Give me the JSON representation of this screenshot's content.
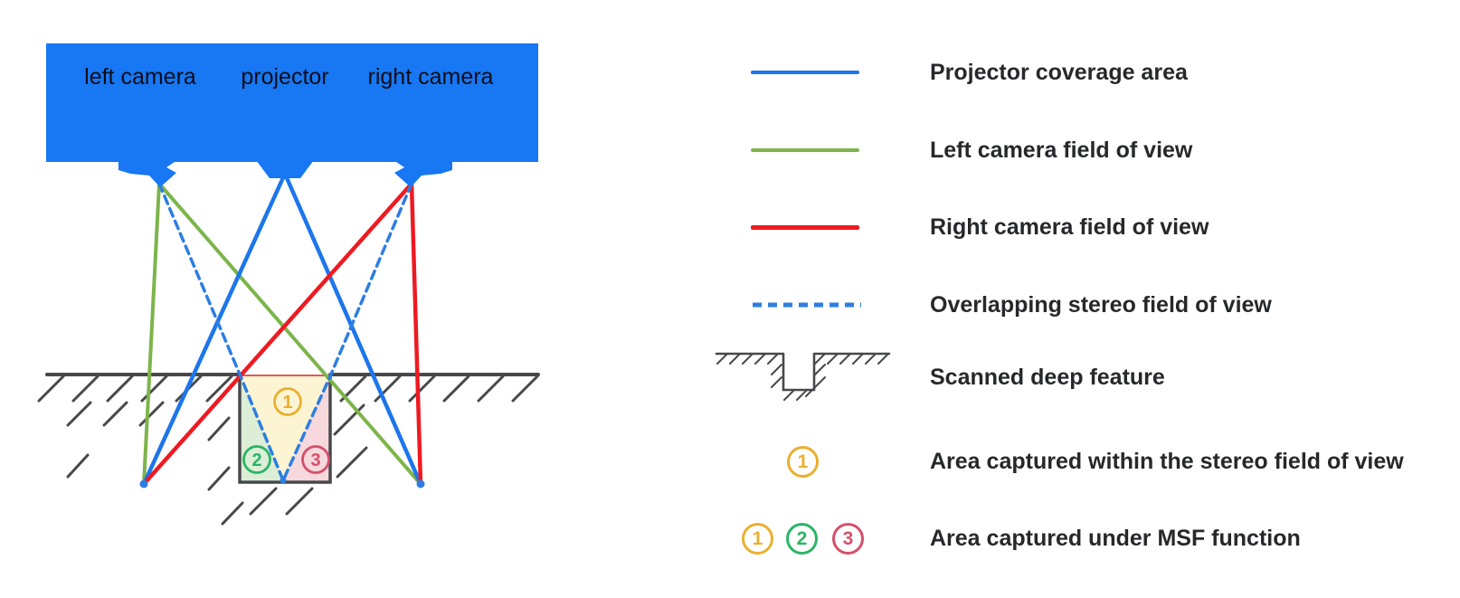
{
  "colors": {
    "device-blue": "#1877f2",
    "projector-line": "#1d76ea",
    "left-camera-line": "#7db44b",
    "right-camera-line": "#ee1a22",
    "stereo-dashed": "#2d7ee2",
    "ground-gray": "#47484c",
    "area1-fill": "#fcf4d3",
    "area2-fill": "#ddeed6",
    "area3-fill": "#f6d8dd",
    "area1-accent": "#e9b02e",
    "area2-accent": "#29b567",
    "area3-accent": "#d4506a",
    "pit-opening-line": "#e05a5a",
    "legend-text": "#26282b",
    "device-label-text": "#0d0d17"
  },
  "diagram": {
    "device_labels": {
      "left": "left camera",
      "center": "projector",
      "right": "right camera"
    },
    "area_labels": {
      "a1": "1",
      "a2": "2",
      "a3": "3"
    }
  },
  "legend": {
    "items": [
      {
        "swatch": "projector-line-swatch",
        "label": "Projector coverage area"
      },
      {
        "swatch": "left-camera-line-swatch",
        "label": "Left camera field of view"
      },
      {
        "swatch": "right-camera-line-swatch",
        "label": "Right camera field of view"
      },
      {
        "swatch": "stereo-dashed-swatch",
        "label": "Overlapping stereo field of view"
      },
      {
        "swatch": "deep-feature-icon",
        "label": "Scanned deep feature"
      },
      {
        "swatch": "area1-circle-icon",
        "label": "Area captured within the stereo field of view"
      },
      {
        "swatch": "msf-circles-icon",
        "label": "Area captured under MSF function"
      }
    ]
  }
}
